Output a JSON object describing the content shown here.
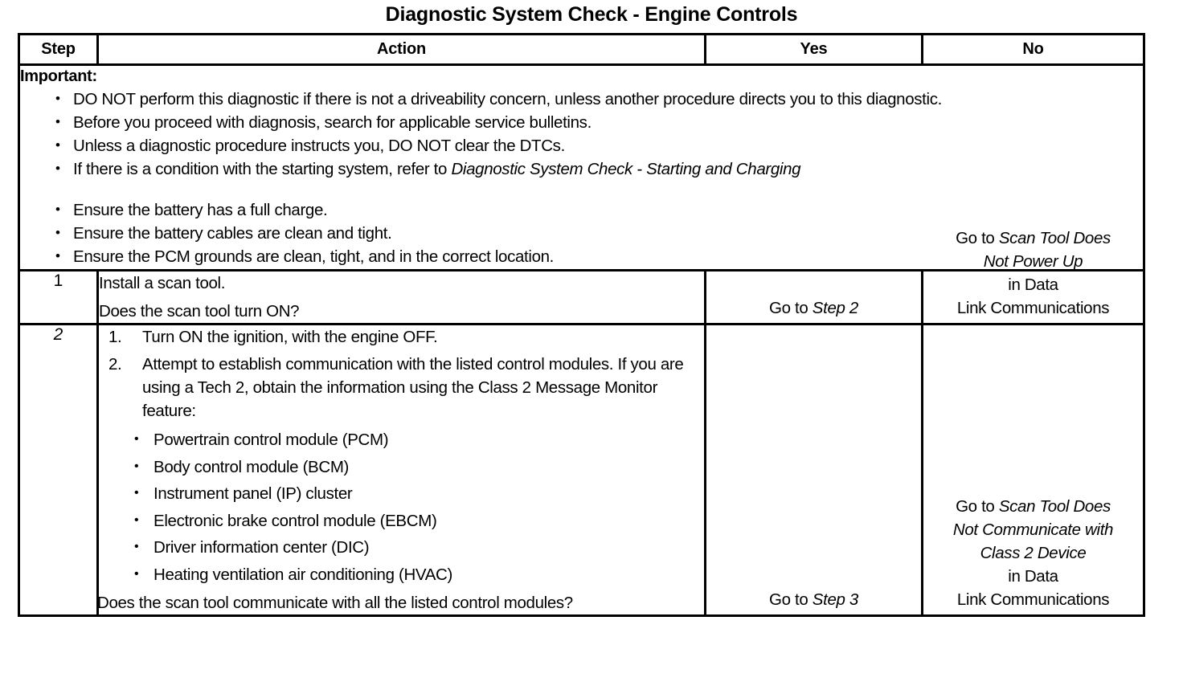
{
  "document": {
    "title": "Diagnostic System Check - Engine Controls"
  },
  "table": {
    "headers": {
      "step": "Step",
      "action": "Action",
      "yes": "Yes",
      "no": "No"
    },
    "important": {
      "heading": "Important:",
      "bullets_group_1": [
        "DO NOT perform this diagnostic if there is not a driveability concern, unless another procedure directs you to this diagnostic.",
        "Before you proceed with diagnosis, search for applicable service bulletins.",
        "Unless a diagnostic procedure instructs you, DO NOT clear the DTCs."
      ],
      "bullet_italic_ref": {
        "lead": "If there is a condition with the starting system, refer to ",
        "italic": "Diagnostic System Check - Starting and Charging"
      },
      "bullets_group_2": [
        "Ensure the battery has a full charge.",
        "Ensure the battery cables are clean and tight.",
        "Ensure the PCM grounds are clean, tight, and in the correct location."
      ]
    },
    "steps": [
      {
        "number": "1",
        "action_lines": [
          "Install a scan tool.",
          "Does the scan tool turn ON?"
        ],
        "yes": {
          "lead": "Go to ",
          "italic": "Step 2"
        },
        "no": {
          "line1_lead": "Go to ",
          "line1_italic": "Scan Tool Does",
          "line2_italic": "Not Power Up",
          "line3": "in Data",
          "line4": "Link Communications"
        }
      },
      {
        "number": "2",
        "numbered_items": [
          {
            "num": "1.",
            "text": "Turn ON the ignition, with the engine OFF."
          },
          {
            "num": "2.",
            "text": "Attempt to establish communication with the listed control modules. If you are using a Tech 2, obtain the information using the Class 2 Message Monitor feature:"
          }
        ],
        "modules": [
          "Powertrain control module (PCM)",
          "Body control module (BCM)",
          "Instrument panel (IP) cluster",
          "Electronic brake control module (EBCM)",
          "Driver information center (DIC)",
          "Heating ventilation air conditioning (HVAC)"
        ],
        "question": "Does the scan tool communicate with all the listed control modules?",
        "yes": {
          "lead": "Go to ",
          "italic": "Step 3"
        },
        "no": {
          "line1_lead": "Go to ",
          "line1_italic": "Scan Tool Does",
          "line2_italic": "Not Communicate with",
          "line3_italic": "Class 2 Device",
          "line4": "in Data",
          "line5": "Link Communications"
        }
      }
    ]
  }
}
